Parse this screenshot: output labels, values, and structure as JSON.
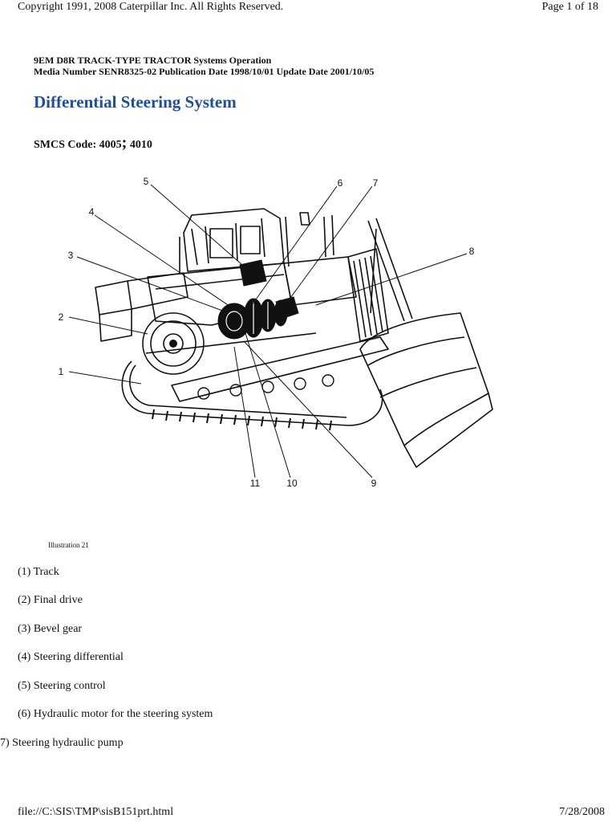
{
  "header": {
    "copyright": "Copyright 1991, 2008 Caterpillar Inc. All Rights Reserved.",
    "page": "Page 1 of 18"
  },
  "meta": {
    "line1": "9EM D8R TRACK-TYPE TRACTOR Systems Operation",
    "line2": "Media Number SENR8325-02 Publication Date 1998/10/01 Update Date 2001/10/05"
  },
  "title": "Differential Steering System",
  "smcs": {
    "label": "SMCS Code: 4005",
    "separator": ";",
    "code2": "4010"
  },
  "illustration": {
    "callouts": [
      "1",
      "2",
      "3",
      "4",
      "5",
      "6",
      "7",
      "8",
      "9",
      "10",
      "11"
    ],
    "caption": "Illustration 21"
  },
  "legend": [
    "(1) Track",
    "(2) Final drive",
    "(3) Bevel gear",
    "(4) Steering differential",
    "(5) Steering control",
    "(6) Hydraulic motor for the steering system",
    "7) Steering hydraulic pump"
  ],
  "footer": {
    "path": "file://C:\\SIS\\TMP\\sisB151prt.html",
    "date": "7/28/2008"
  }
}
